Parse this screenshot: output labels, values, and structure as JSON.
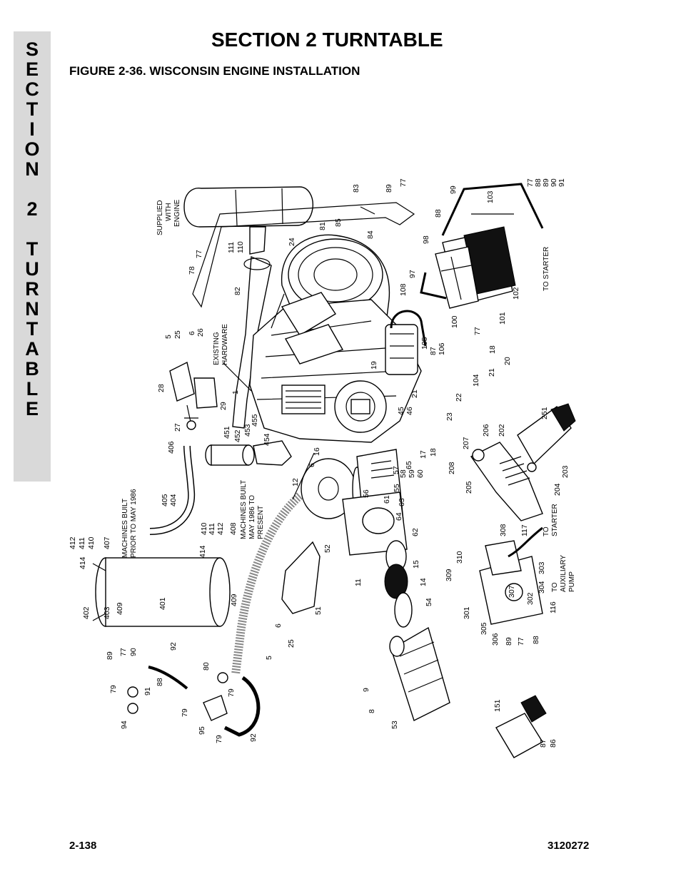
{
  "side_tab": {
    "letters": [
      "S",
      "E",
      "C",
      "T",
      "I",
      "O",
      "N",
      "2",
      "T",
      "U",
      "R",
      "N",
      "T",
      "A",
      "B",
      "L",
      "E"
    ]
  },
  "header": {
    "section_title": "SECTION 2  TURNTABLE",
    "figure_title": "FIGURE 2-36.  WISCONSIN ENGINE INSTALLATION"
  },
  "footer": {
    "page_number": "2-138",
    "doc_number": "3120272"
  },
  "notes": {
    "supplied": [
      "SUPPLIED",
      "WITH",
      "ENGINE"
    ],
    "existing": [
      "EXISTING",
      "HARDWARE"
    ],
    "to_starter_top": "TO STARTER",
    "machines_prior": [
      "MACHINES BUILT",
      "PRIOR TO MAY 1986"
    ],
    "machines_after": [
      "MACHINES BUILT",
      "MAY 1986 TO",
      "PRESENT"
    ],
    "to_starter_right": [
      "TO",
      "STARTER"
    ],
    "to_aux_pump": [
      "TO",
      "AUXILIARY",
      "PUMP"
    ]
  },
  "callouts": [
    {
      "t": "77"
    },
    {
      "t": "88"
    },
    {
      "t": "89"
    },
    {
      "t": "90"
    },
    {
      "t": "91"
    },
    {
      "t": "83"
    },
    {
      "t": "89"
    },
    {
      "t": "77"
    },
    {
      "t": "99"
    },
    {
      "t": "103"
    },
    {
      "t": "88"
    },
    {
      "t": "81"
    },
    {
      "t": "85"
    },
    {
      "t": "84"
    },
    {
      "t": "24"
    },
    {
      "t": "111"
    },
    {
      "t": "110"
    },
    {
      "t": "77"
    },
    {
      "t": "78"
    },
    {
      "t": "82"
    },
    {
      "t": "98"
    },
    {
      "t": "97"
    },
    {
      "t": "108"
    },
    {
      "t": "102"
    },
    {
      "t": "101"
    },
    {
      "t": "100"
    },
    {
      "t": "77"
    },
    {
      "t": "5"
    },
    {
      "t": "25"
    },
    {
      "t": "6"
    },
    {
      "t": "26"
    },
    {
      "t": "105"
    },
    {
      "t": "87"
    },
    {
      "t": "106"
    },
    {
      "t": "19"
    },
    {
      "t": "1"
    },
    {
      "t": "28"
    },
    {
      "t": "29"
    },
    {
      "t": "27"
    },
    {
      "t": "18"
    },
    {
      "t": "20"
    },
    {
      "t": "21"
    },
    {
      "t": "104"
    },
    {
      "t": "21"
    },
    {
      "t": "22"
    },
    {
      "t": "23"
    },
    {
      "t": "45"
    },
    {
      "t": "46"
    },
    {
      "t": "455"
    },
    {
      "t": "451"
    },
    {
      "t": "452"
    },
    {
      "t": "453"
    },
    {
      "t": "454"
    },
    {
      "t": "251"
    },
    {
      "t": "206"
    },
    {
      "t": "202"
    },
    {
      "t": "207"
    },
    {
      "t": "208"
    },
    {
      "t": "17"
    },
    {
      "t": "18"
    },
    {
      "t": "16"
    },
    {
      "t": "6"
    },
    {
      "t": "65"
    },
    {
      "t": "57"
    },
    {
      "t": "58"
    },
    {
      "t": "59"
    },
    {
      "t": "60"
    },
    {
      "t": "406"
    },
    {
      "t": "12"
    },
    {
      "t": "55"
    },
    {
      "t": "56"
    },
    {
      "t": "61"
    },
    {
      "t": "63"
    },
    {
      "t": "64"
    },
    {
      "t": "62"
    },
    {
      "t": "205"
    },
    {
      "t": "203"
    },
    {
      "t": "204"
    },
    {
      "t": "405"
    },
    {
      "t": "404"
    },
    {
      "t": "410"
    },
    {
      "t": "411"
    },
    {
      "t": "412"
    },
    {
      "t": "408"
    },
    {
      "t": "412"
    },
    {
      "t": "411"
    },
    {
      "t": "410"
    },
    {
      "t": "407"
    },
    {
      "t": "414"
    },
    {
      "t": "414"
    },
    {
      "t": "52"
    },
    {
      "t": "15"
    },
    {
      "t": "14"
    },
    {
      "t": "11"
    },
    {
      "t": "54"
    },
    {
      "t": "51"
    },
    {
      "t": "308"
    },
    {
      "t": "117"
    },
    {
      "t": "310"
    },
    {
      "t": "309"
    },
    {
      "t": "303"
    },
    {
      "t": "304"
    },
    {
      "t": "302"
    },
    {
      "t": "307"
    },
    {
      "t": "116"
    },
    {
      "t": "402"
    },
    {
      "t": "403"
    },
    {
      "t": "409"
    },
    {
      "t": "401"
    },
    {
      "t": "409"
    },
    {
      "t": "301"
    },
    {
      "t": "305"
    },
    {
      "t": "306"
    },
    {
      "t": "89"
    },
    {
      "t": "77"
    },
    {
      "t": "88"
    },
    {
      "t": "6"
    },
    {
      "t": "25"
    },
    {
      "t": "5"
    },
    {
      "t": "89"
    },
    {
      "t": "77"
    },
    {
      "t": "90"
    },
    {
      "t": "92"
    },
    {
      "t": "80"
    },
    {
      "t": "79"
    },
    {
      "t": "91"
    },
    {
      "t": "88"
    },
    {
      "t": "79"
    },
    {
      "t": "79"
    },
    {
      "t": "95"
    },
    {
      "t": "94"
    },
    {
      "t": "79"
    },
    {
      "t": "92"
    },
    {
      "t": "9"
    },
    {
      "t": "8"
    },
    {
      "t": "53"
    },
    {
      "t": "151"
    },
    {
      "t": "87"
    },
    {
      "t": "86"
    }
  ]
}
